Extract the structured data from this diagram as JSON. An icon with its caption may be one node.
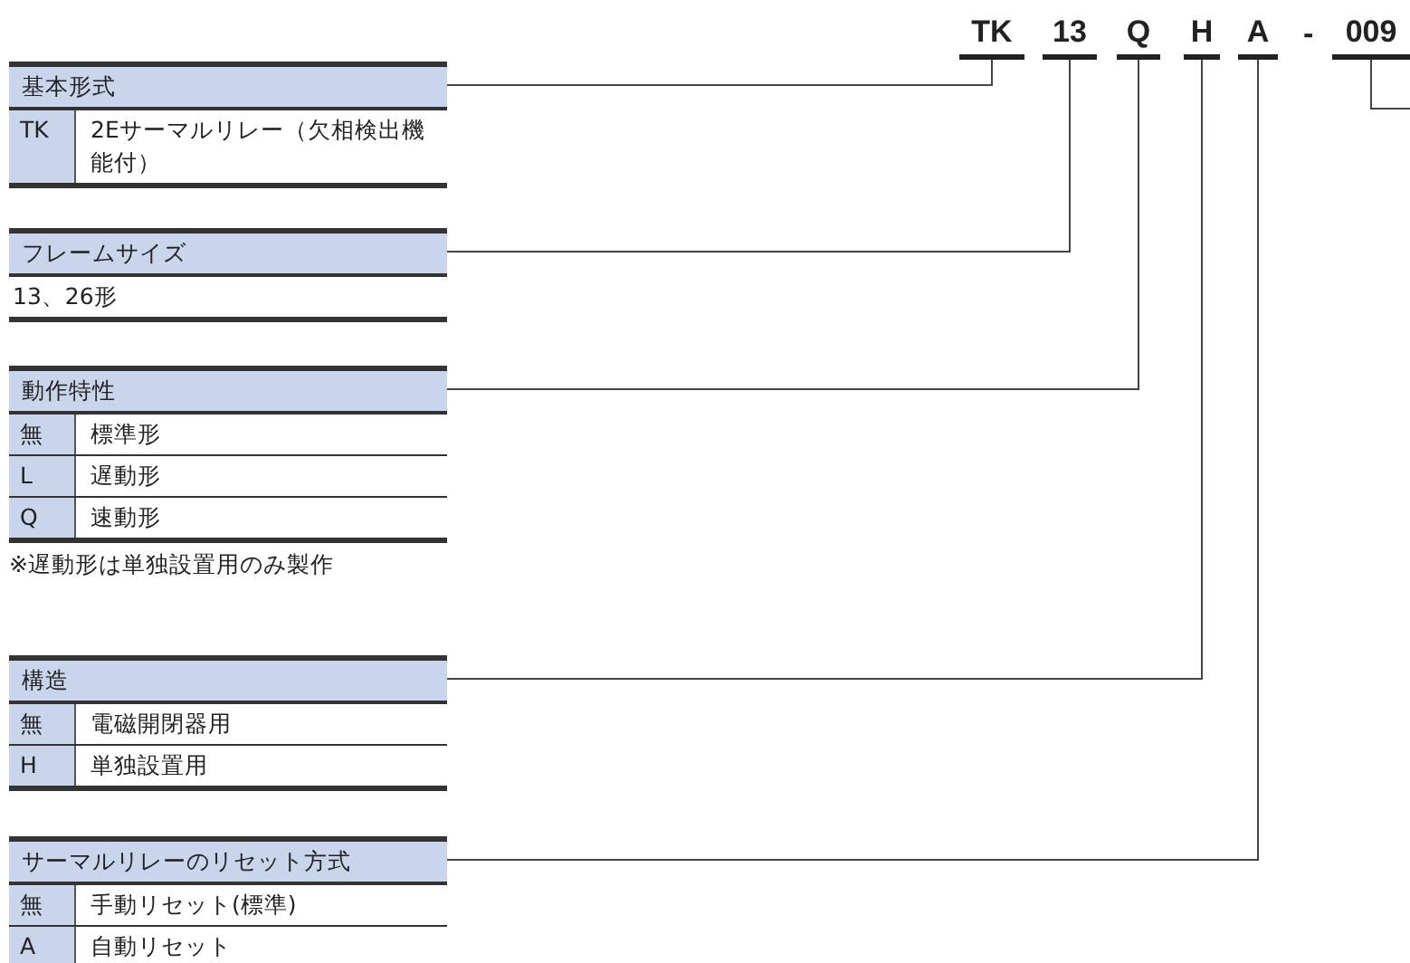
{
  "diagram": {
    "nodes": [
      {
        "text": [
          "TK"
        ]
      },
      {
        "text": [
          "13"
        ]
      },
      {
        "text": [
          "Q"
        ]
      },
      {
        "text": [
          "H"
        ]
      },
      {
        "text": [
          "A"
        ]
      },
      {
        "text": [
          "009"
        ]
      },
      {
        "text": [
          "基本形式",
          "TK",
          "2Eサーマルリレー（欠相検出機能付）"
        ]
      },
      {
        "text": [
          "フレームサイズ",
          "13、26形"
        ]
      },
      {
        "text": [
          "動作特性",
          "無",
          "標準形",
          "L",
          "遅動形",
          "Q",
          "速動形"
        ]
      },
      {
        "text": [
          "構造",
          "無",
          "電磁開閉器用",
          "H",
          "単独設置用"
        ]
      },
      {
        "text": [
          "サーマルリレーのリセット方式",
          "無",
          "手動リセット(標準)",
          "A",
          "自動リセット"
        ]
      }
    ],
    "edges": [
      {
        "from": 6,
        "to": 0,
        "arrow": "none"
      },
      {
        "from": 7,
        "to": 1,
        "arrow": "none"
      },
      {
        "from": 8,
        "to": 2,
        "arrow": "none"
      },
      {
        "from": 9,
        "to": 3,
        "arrow": "none"
      },
      {
        "from": 10,
        "to": 4,
        "arrow": "none"
      },
      {
        "from": 5,
        "to": null,
        "arrow": "none"
      }
    ],
    "labels": [
      "-",
      "※遅動形は単独設置用のみ製作"
    ]
  }
}
